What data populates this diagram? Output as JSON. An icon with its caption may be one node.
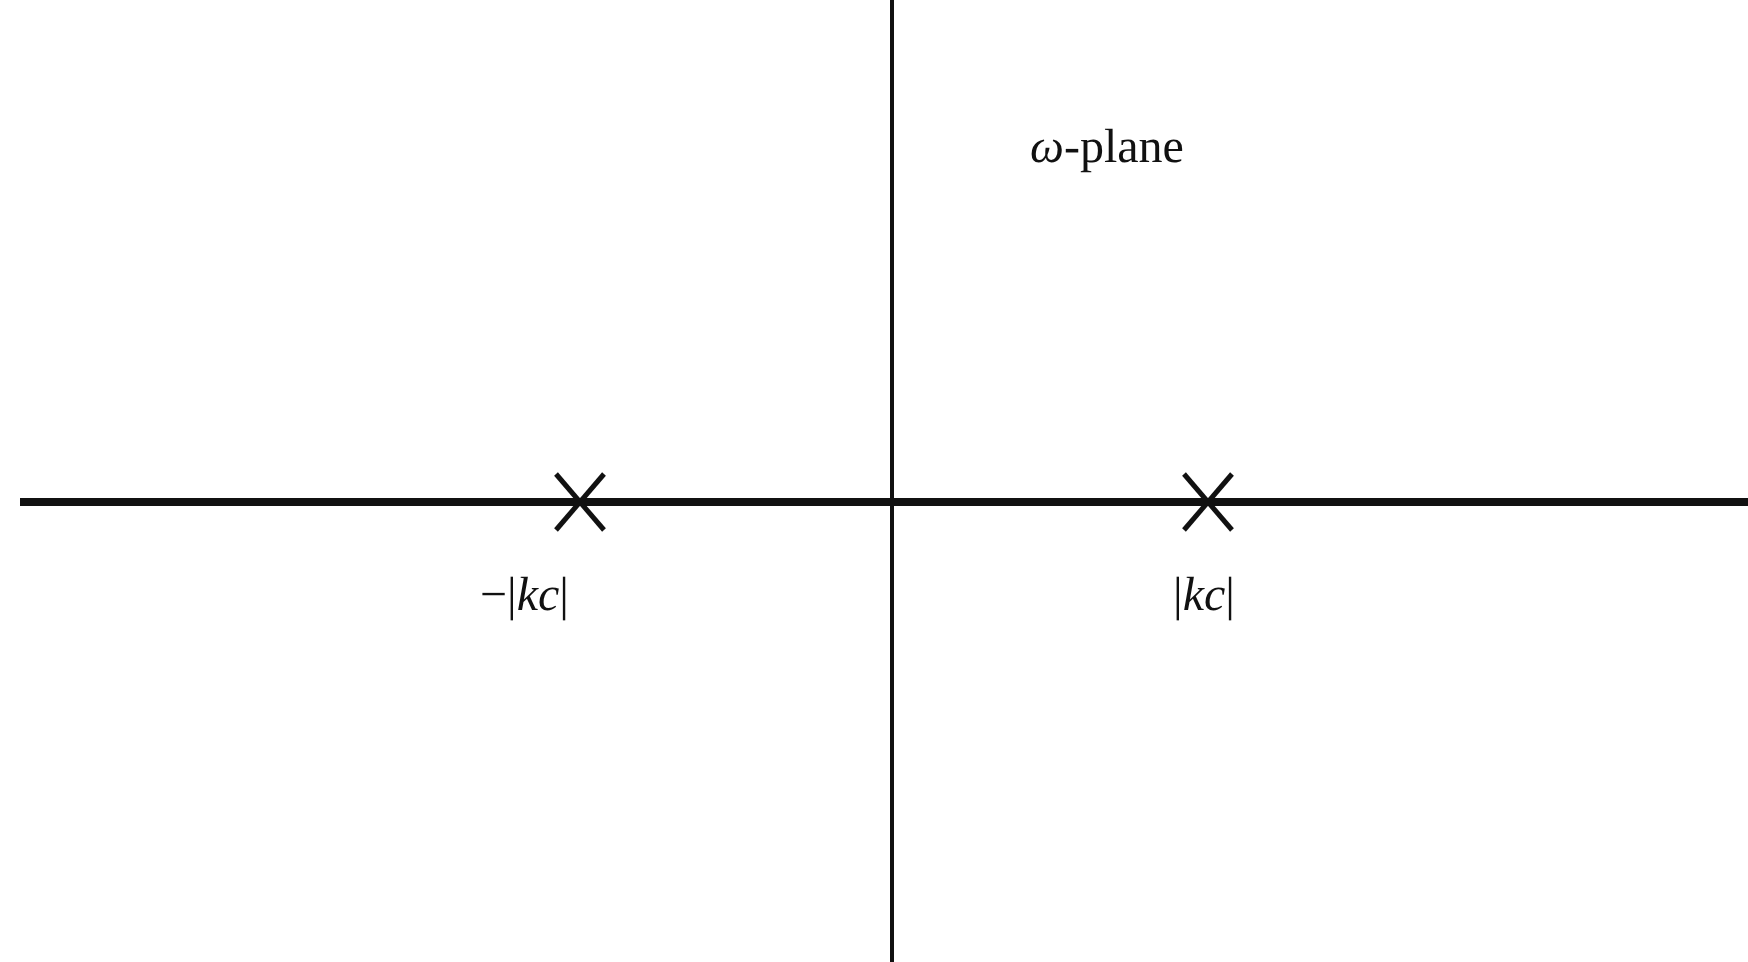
{
  "diagram": {
    "labels": [
      "*ω*-plane",
      "−|*kc*|",
      "|*kc*|"
    ]
  }
}
